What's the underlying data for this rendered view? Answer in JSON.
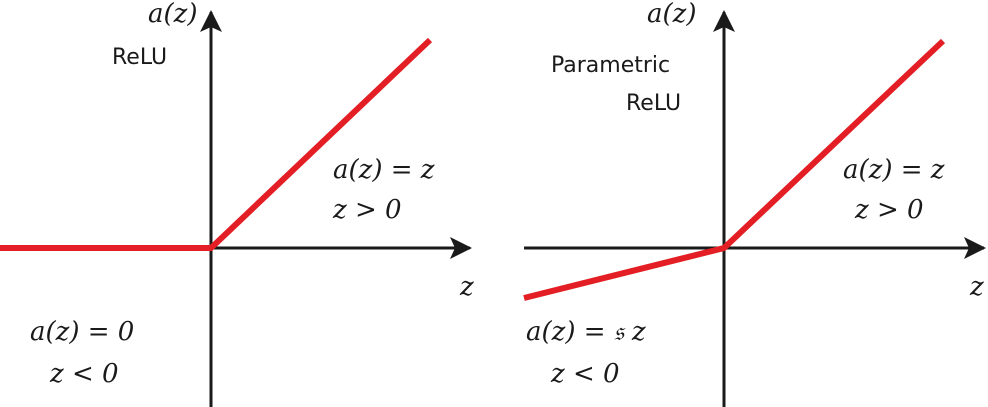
{
  "colors": {
    "curve": "#e31e24",
    "axis": "#1a1a1a"
  },
  "panels": [
    {
      "name": "relu",
      "y_axis_label": "a(z)",
      "title_lines": [
        "ReLU"
      ],
      "x_axis_label": "z",
      "positive_formula": "a(z) = z",
      "positive_condition": "z > 0",
      "negative_formula": "a(z) = 0",
      "negative_condition": "z < 0"
    },
    {
      "name": "parametric-relu",
      "y_axis_label": "a(z)",
      "title_lines": [
        "Parametric",
        "ReLU"
      ],
      "x_axis_label": "z",
      "positive_formula": "a(z) = z",
      "positive_condition": "z > 0",
      "negative_formula": "a(z) = 𝔰 z",
      "negative_condition": "z < 0"
    }
  ]
}
